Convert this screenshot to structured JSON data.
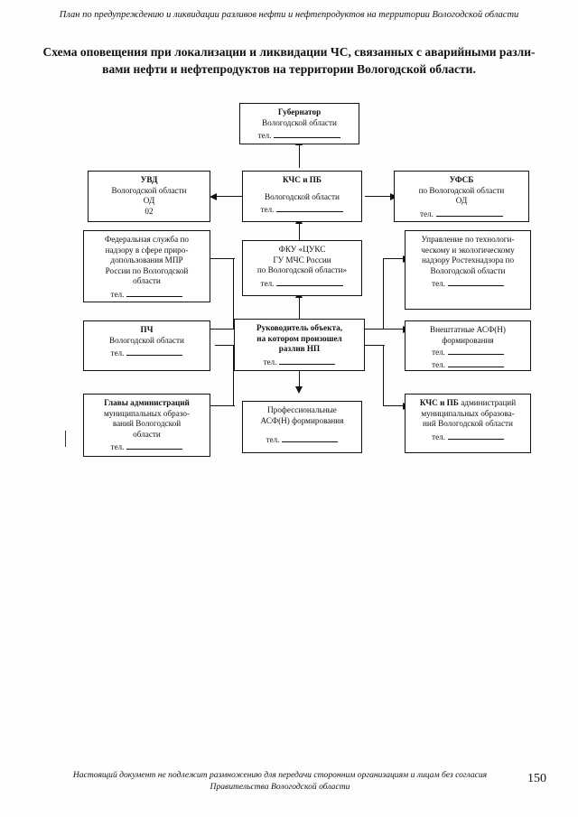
{
  "header": {
    "line1": "План по предупреждению и ликвидации разливов нефти и нефтепродуктов на территории",
    "line2": "Вологодской области"
  },
  "title": {
    "line1": "Схема оповещения при локализации и ликвидации ЧС, связанных с аварийными разли-",
    "line2": "вами нефти и нефтепродуктов на территории Вологодской области."
  },
  "tel_label": "тел.",
  "boxes": {
    "governor": {
      "l1": "Губернатор",
      "l2": "Вологодской области"
    },
    "uvd": {
      "l1": "УВД",
      "l2": "Вологодской области",
      "l3": "ОД",
      "l4": "02"
    },
    "kchs": {
      "l1": "КЧС и ПБ",
      "l2": "Вологодской области"
    },
    "ufsb": {
      "l1": "УФСБ",
      "l2": "по Вологодской области",
      "l3": "ОД"
    },
    "rosprirod": {
      "l1": "Федеральная служба по",
      "l2": "надзору в сфере приро-",
      "l3": "допользования МПР",
      "l4": "России по Вологодской",
      "l5": "области"
    },
    "cuks": {
      "l1": "ФКУ «ЦУКС",
      "l2": "ГУ МЧС России",
      "l3": "по Вологодской области»"
    },
    "rostehnadzor": {
      "l1": "Управление по технологи-",
      "l2": "ческому и экологическому",
      "l3": "надзору Ростехнадзора по",
      "l4": "Вологодской области"
    },
    "pch": {
      "l1": "ПЧ",
      "l2": "Вологодской области"
    },
    "leader": {
      "l1": "Руководитель объекта,",
      "l2": "на котором произошел",
      "l3": "разлив НП"
    },
    "vneshtat": {
      "l1": "Внештатные АСФ(Н)",
      "l2": "формирования"
    },
    "glavy": {
      "l1": "Главы администраций",
      "l2": "муниципальных образо-",
      "l3": "ваний Вологодской",
      "l4": "области"
    },
    "prof": {
      "l1": "Профессиональные",
      "l2": "АСФ(Н) формирования"
    },
    "kchs_mo": {
      "l1b": "КЧС и ПБ",
      "l1r": " администраций",
      "l2": "муниципальных образова-",
      "l3": "ний Вологодской области"
    }
  },
  "footer": {
    "line1": "Настоящий документ не подлежит размножению для передачи сторонним организациям и лицам без",
    "line2": "согласия Правительства Вологодской области",
    "page": "150"
  }
}
